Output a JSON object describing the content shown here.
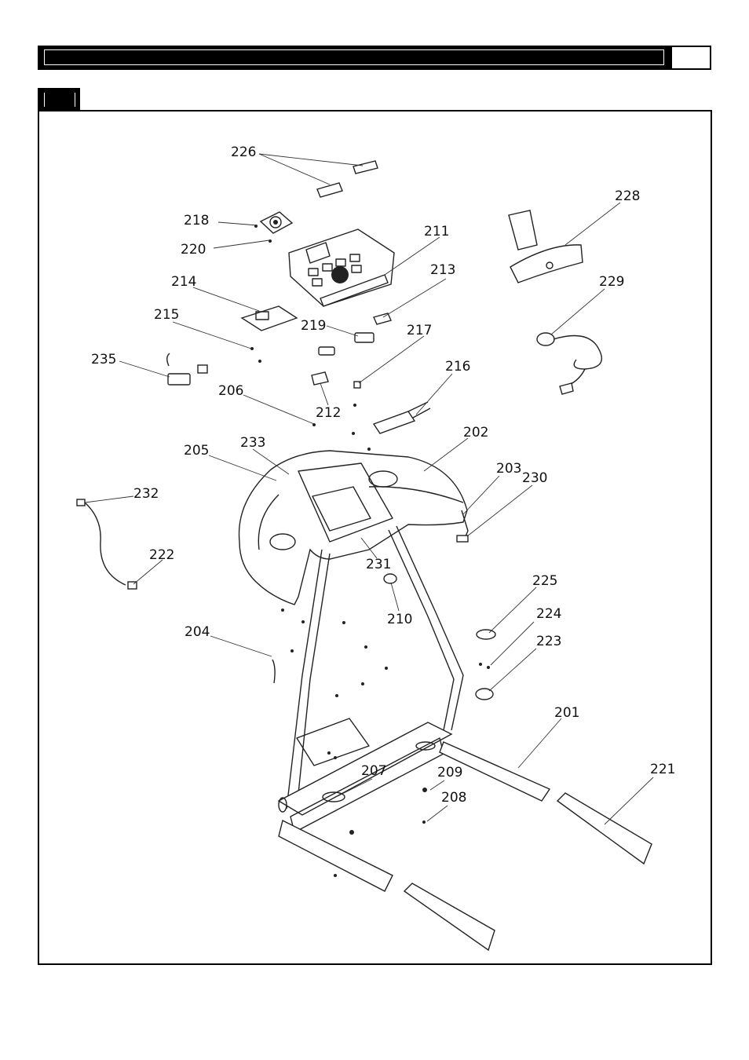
{
  "header": {
    "title": "",
    "page_number": ""
  },
  "section_tab": {
    "label": ""
  },
  "diagram": {
    "type": "exploded-parts-view",
    "callouts": [
      {
        "id": "c226",
        "label": "226"
      },
      {
        "id": "c228",
        "label": "228"
      },
      {
        "id": "c218",
        "label": "218"
      },
      {
        "id": "c211",
        "label": "211"
      },
      {
        "id": "c220",
        "label": "220"
      },
      {
        "id": "c213",
        "label": "213"
      },
      {
        "id": "c214",
        "label": "214"
      },
      {
        "id": "c229",
        "label": "229"
      },
      {
        "id": "c215",
        "label": "215"
      },
      {
        "id": "c219",
        "label": "219"
      },
      {
        "id": "c217",
        "label": "217"
      },
      {
        "id": "c235",
        "label": "235"
      },
      {
        "id": "c216",
        "label": "216"
      },
      {
        "id": "c206",
        "label": "206"
      },
      {
        "id": "c212",
        "label": "212"
      },
      {
        "id": "c202",
        "label": "202"
      },
      {
        "id": "c233",
        "label": "233"
      },
      {
        "id": "c205",
        "label": "205"
      },
      {
        "id": "c203",
        "label": "203"
      },
      {
        "id": "c230",
        "label": "230"
      },
      {
        "id": "c232",
        "label": "232"
      },
      {
        "id": "c222",
        "label": "222"
      },
      {
        "id": "c231",
        "label": "231"
      },
      {
        "id": "c225",
        "label": "225"
      },
      {
        "id": "c210",
        "label": "210"
      },
      {
        "id": "c224",
        "label": "224"
      },
      {
        "id": "c204",
        "label": "204"
      },
      {
        "id": "c223",
        "label": "223"
      },
      {
        "id": "c201",
        "label": "201"
      },
      {
        "id": "c221",
        "label": "221"
      },
      {
        "id": "c207",
        "label": "207"
      },
      {
        "id": "c209",
        "label": "209"
      },
      {
        "id": "c208",
        "label": "208"
      }
    ]
  }
}
